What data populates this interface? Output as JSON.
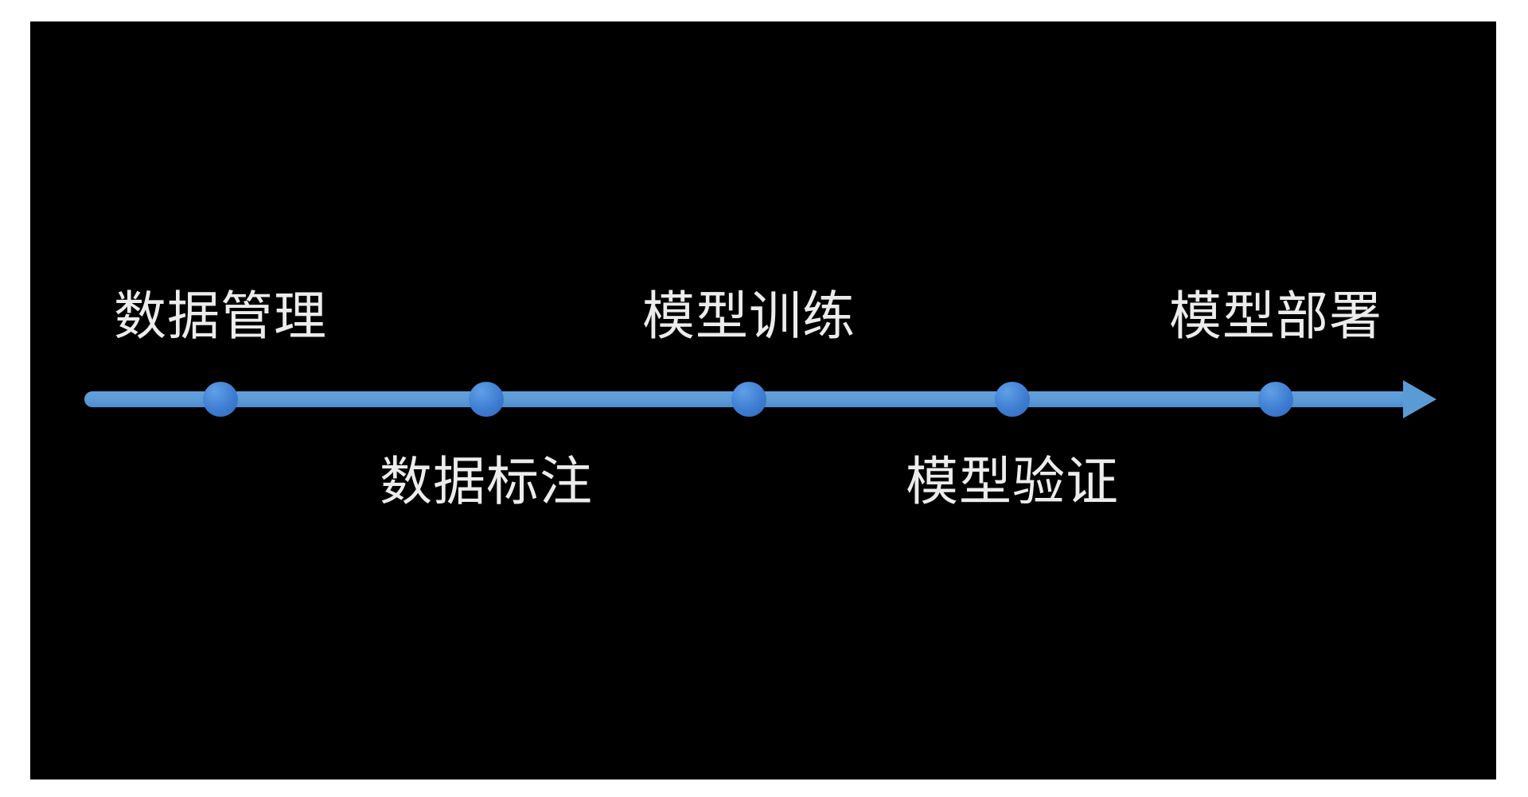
{
  "colors": {
    "page-bg": "#ffffff",
    "slide-bg": "#000000",
    "line": "#5b9bd5",
    "node": "#3f7dd2",
    "node-light": "#5fa0e6",
    "node-dark": "#3068bd",
    "label": "#ececec"
  },
  "timeline": {
    "direction": "left-to-right",
    "items": [
      {
        "label": "数据管理",
        "placement": "above"
      },
      {
        "label": "数据标注",
        "placement": "below"
      },
      {
        "label": "模型训练",
        "placement": "above"
      },
      {
        "label": "模型验证",
        "placement": "below"
      },
      {
        "label": "模型部署",
        "placement": "above"
      }
    ]
  }
}
